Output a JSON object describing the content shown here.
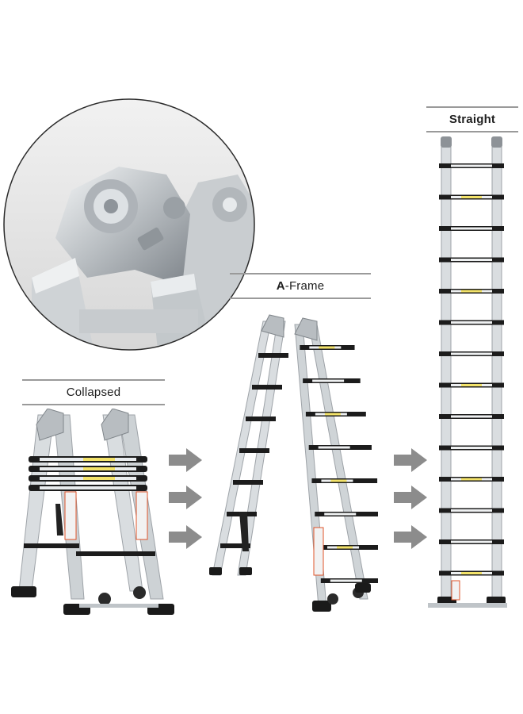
{
  "labels": {
    "collapsed": "Collapsed",
    "aframe_prefix": "A",
    "aframe_suffix": "-Frame",
    "straight": "Straight"
  },
  "icons": {
    "arrow_left_group": [
      "arrow-right-icon",
      "arrow-right-icon",
      "arrow-right-icon"
    ],
    "arrow_right_group": [
      "arrow-right-icon",
      "arrow-right-icon",
      "arrow-right-icon"
    ]
  },
  "colors": {
    "arrow": "#8c8c8c",
    "aluminum": "#d9dde0",
    "rung_cap": "#1c1c1c",
    "accent_label": "#f3e36a",
    "warning_tag": "#e0542a"
  }
}
